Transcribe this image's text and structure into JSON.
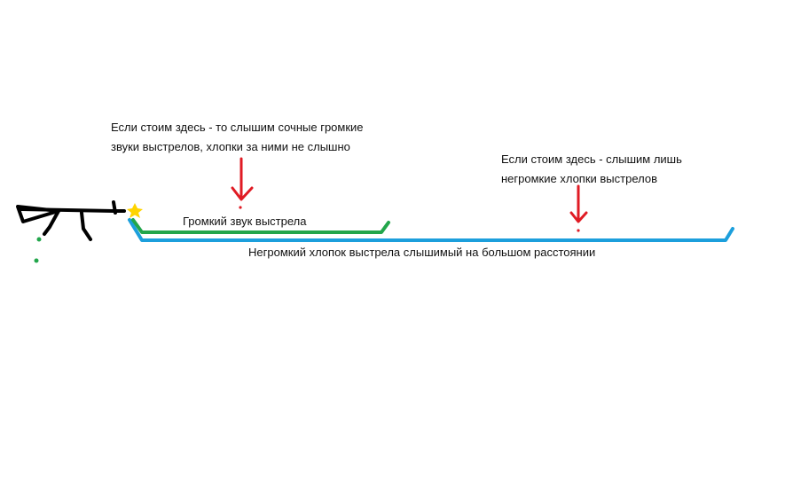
{
  "annotations": {
    "near_position": "Если стоим здесь - то слышим сочные громкие\nзвуки выстрелов, хлопки за ними не слышно",
    "far_position": "Если стоим здесь - слышим лишь\nнегромкие хлопки выстрелов"
  },
  "paths": {
    "loud_sound": {
      "label": "Громкий звук выстрела",
      "color": "#22a64b"
    },
    "quiet_pop": {
      "label": "Негромкий хлопок выстрела слышимый на большом расстоянии",
      "color": "#1c9fdc"
    }
  },
  "colors": {
    "rifle": "#000000",
    "arrow": "#e01b24",
    "muzzle_flash": "#ffd400",
    "casing": "#22a64b"
  },
  "icons": {
    "rifle": "rifle-icon",
    "muzzle_flash": "star-icon",
    "listener_near": "arrow-down-icon",
    "listener_far": "arrow-down-icon"
  }
}
